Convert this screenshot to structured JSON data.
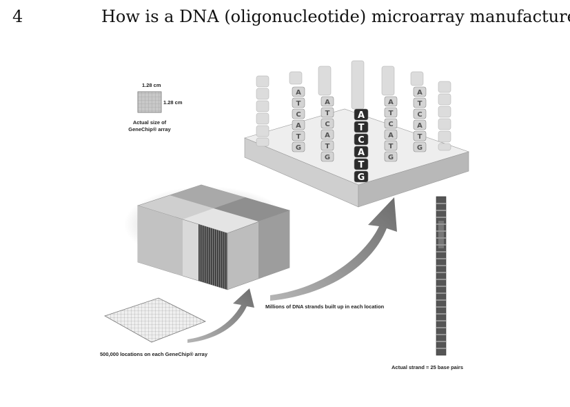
{
  "slide": {
    "number": "4",
    "title": "How is a DNA (oligonucleotide) microarray manufactured?"
  },
  "diagram": {
    "size_label_width": "1.28 cm",
    "size_label_height": "1.28 cm",
    "actual_size_caption_line1": "Actual size of",
    "actual_size_caption_line2": "GeneChip® array",
    "locations_caption": "500,000 locations on each GeneChip® array",
    "strands_caption": "Millions of DNA strands built up in each location",
    "strand_caption": "Actual strand = 25 base pairs",
    "strand_columns": [
      [
        "A",
        "T",
        "C",
        "A",
        "T",
        "G"
      ],
      [
        "A",
        "T",
        "C",
        "A",
        "T",
        "G"
      ],
      [
        "A",
        "T",
        "C",
        "A",
        "T",
        "G"
      ],
      [
        "A",
        "T",
        "C",
        "A",
        "T",
        "G"
      ],
      [
        "A",
        "T",
        "C",
        "A",
        "T",
        "G"
      ]
    ]
  },
  "colors": {
    "base_block": "#d4d4d4",
    "highlight_block": "#2b2b2b",
    "arrow_fill": "#8c8c8c",
    "platform_top": "#e6e6e6"
  }
}
